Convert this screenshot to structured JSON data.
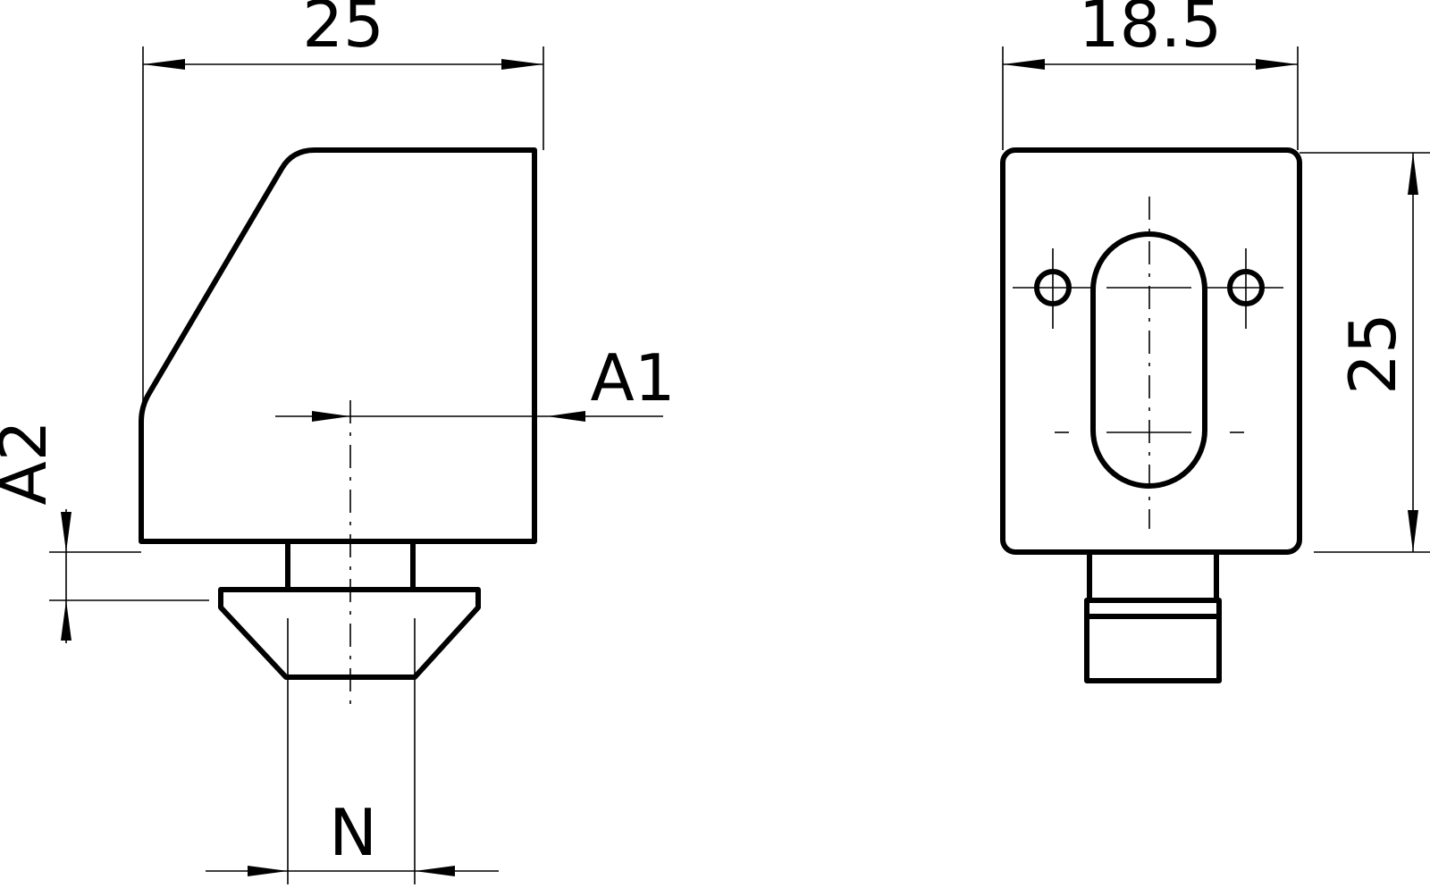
{
  "drawing": {
    "stroke_color": "#000000",
    "background_color": "#ffffff",
    "front_view": {
      "width_label": "25",
      "offset_label": "A1",
      "height_label": "A2",
      "thread_label": "N"
    },
    "side_view": {
      "width_label": "18.5",
      "height_label": "25"
    }
  }
}
